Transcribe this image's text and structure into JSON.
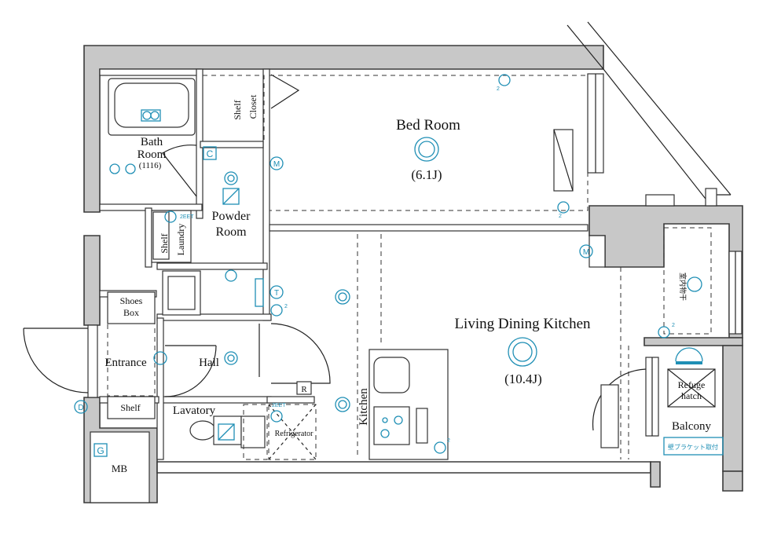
{
  "rooms": {
    "bed_room": {
      "name": "Bed Room",
      "size": "(6.1J)"
    },
    "bath_room": {
      "name_line1": "Bath",
      "name_line2": "Room",
      "size": "(1116)"
    },
    "powder_room": {
      "name_line1": "Powder",
      "name_line2": "Room"
    },
    "ldk": {
      "name": "Living Dining Kitchen",
      "size": "(10.4J)"
    },
    "entrance": "Entrance",
    "hall": "Hall",
    "lavatory": "Lavatory",
    "kitchen": "Kitchen",
    "balcony": "Balcony",
    "mb": "MB"
  },
  "fixtures": {
    "shelf_closet_line1": "Shelf",
    "shelf_closet_line2": "Closet",
    "shelf_laundry_1": "Shelf",
    "shelf_laundry_2": "Laundry",
    "shoes_box_line1": "Shoes",
    "shoes_box_line2": "Box",
    "entrance_shelf": "Shelf",
    "refrigerator": "Refrigerator",
    "refuge_hatch_line1": "Refuge",
    "refuge_hatch_line2": "hatch",
    "bracket_note": "壁ブラケット取付",
    "drying_note": "室内物干"
  },
  "symbols": {
    "c": "C",
    "m": "M",
    "t": "T",
    "r": "R",
    "d": "D",
    "g": "G",
    "two": "2",
    "two_eet": "2EET"
  }
}
